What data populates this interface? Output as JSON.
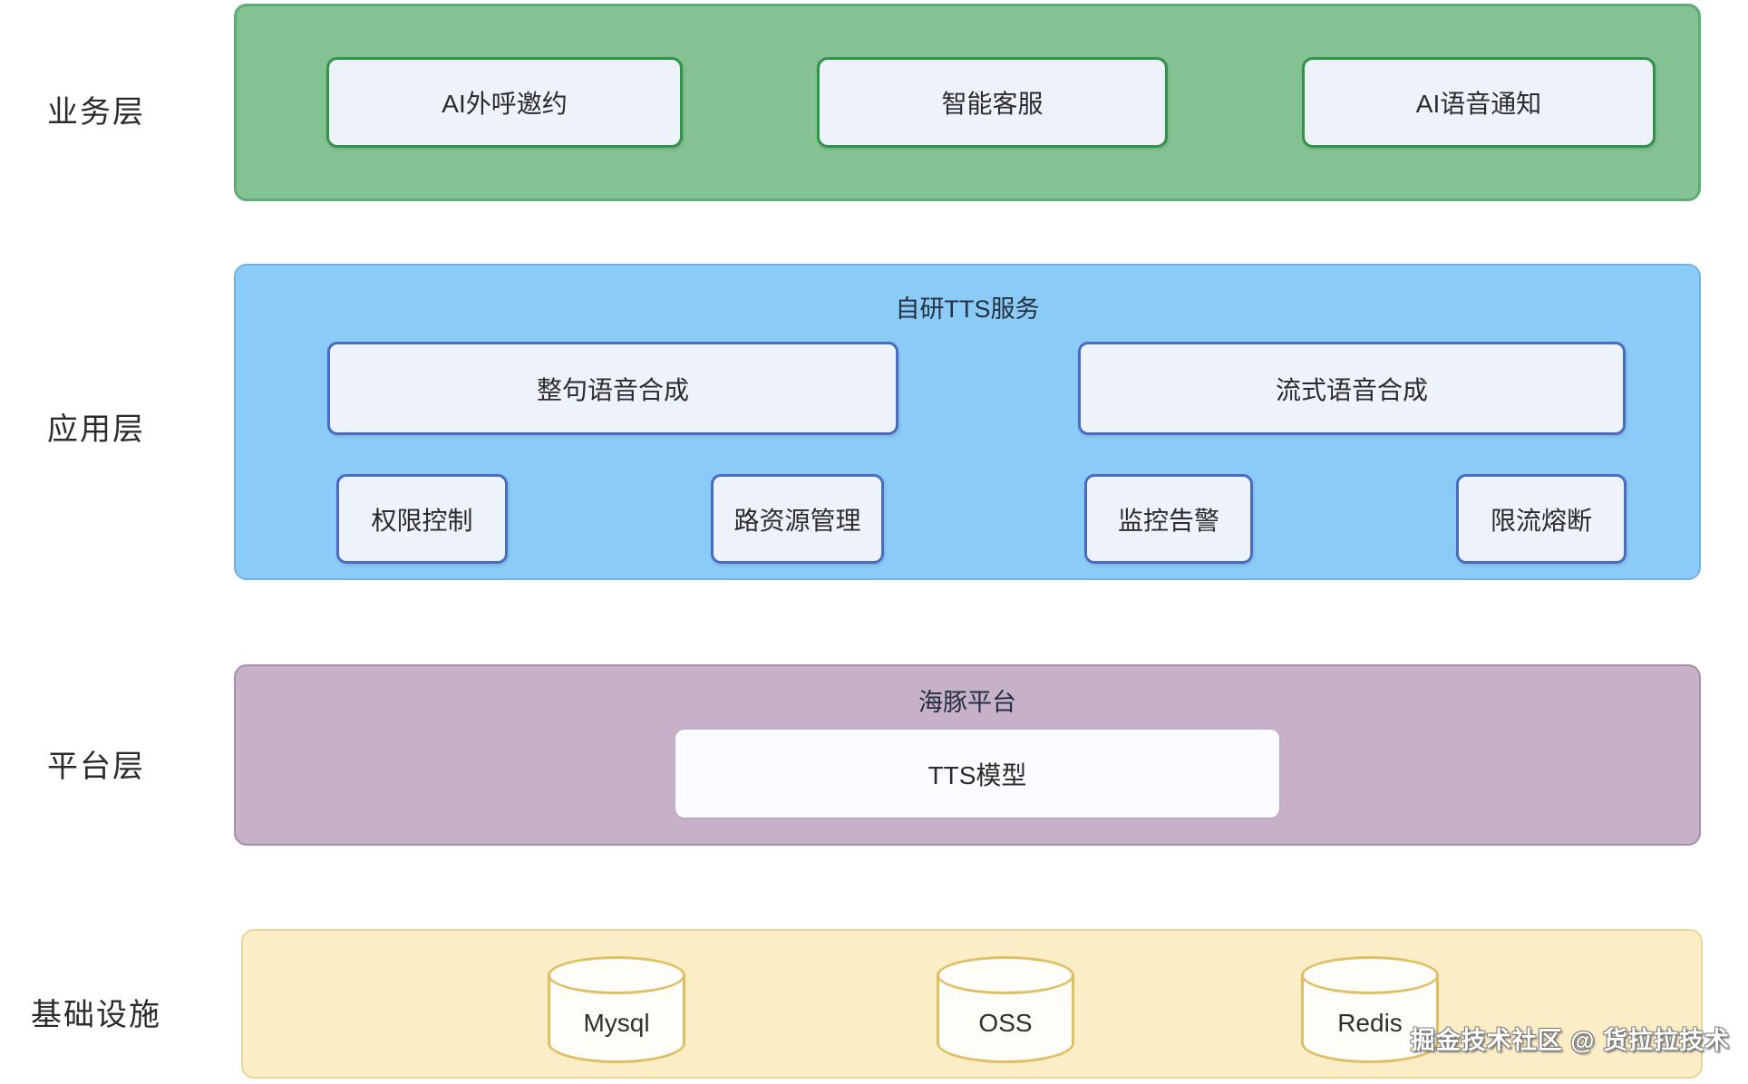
{
  "layers": {
    "business": {
      "label": "业务层",
      "boxes": [
        {
          "label": "AI外呼邀约"
        },
        {
          "label": "智能客服"
        },
        {
          "label": "AI语音通知"
        }
      ]
    },
    "application": {
      "label": "应用层",
      "title": "自研TTS服务",
      "big_boxes": [
        {
          "label": "整句语音合成"
        },
        {
          "label": "流式语音合成"
        }
      ],
      "small_boxes": [
        {
          "label": "权限控制"
        },
        {
          "label": "路资源管理"
        },
        {
          "label": "监控告警"
        },
        {
          "label": "限流熔断"
        }
      ]
    },
    "platform": {
      "label": "平台层",
      "title": "海豚平台",
      "boxes": [
        {
          "label": "TTS模型"
        }
      ]
    },
    "infrastructure": {
      "label": "基础设施",
      "databases": [
        {
          "label": "Mysql"
        },
        {
          "label": "OSS"
        },
        {
          "label": "Redis"
        }
      ]
    }
  },
  "watermark": "掘金技术社区 @ 货拉拉技术",
  "colors": {
    "text": "#2b2b2b",
    "business-fill": "#85c293",
    "business-border": "#60ac77",
    "business-box-border": "#2f9447",
    "application-fill": "#8bcbf7",
    "application-border": "#76b0de",
    "application-box-border": "#4a6cc0",
    "box-fill": "#eef2fa",
    "platform-fill": "#c6b1c9",
    "platform-border": "#a890ad",
    "platform-box-fill": "#fafcff",
    "infra-fill": "#fbedc6",
    "infra-border": "#e9d69b",
    "cylinder-stroke": "#e0be66",
    "cylinder-fill": "#fffdf8"
  }
}
